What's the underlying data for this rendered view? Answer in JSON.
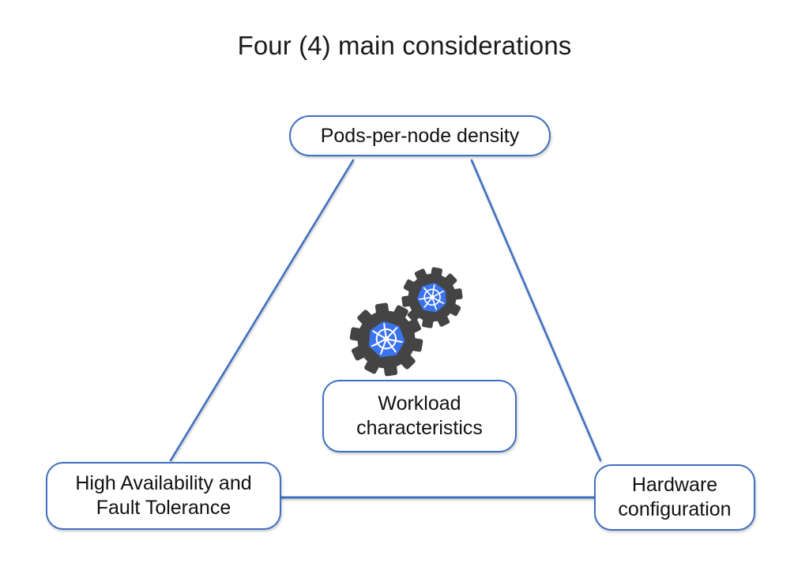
{
  "diagram": {
    "title": "Four (4) main considerations",
    "type": "triangle-concept-diagram",
    "accent_color": "#3f6fc0",
    "node_fill": "#ffffff",
    "text_color": "#111111",
    "nodes": [
      {
        "id": "pods",
        "label": "Pods-per-node density",
        "position": "top"
      },
      {
        "id": "ha",
        "label": "High Availability and\nFault Tolerance",
        "position": "bottom-left"
      },
      {
        "id": "hardware",
        "label": "Hardware\nconfiguration",
        "position": "bottom-right"
      },
      {
        "id": "workload",
        "label": "Workload\ncharacteristics",
        "position": "center"
      }
    ],
    "connectors": [
      {
        "from": "pods",
        "to": "ha",
        "style": "diagonal-line"
      },
      {
        "from": "pods",
        "to": "hardware",
        "style": "diagonal-line"
      },
      {
        "from": "ha",
        "to": "hardware",
        "style": "horizontal-line"
      }
    ],
    "graphic": {
      "name": "kubernetes-gears",
      "description": "Two interlocking gears each containing the Kubernetes helm logo",
      "gear_color": "#444444",
      "logo_background": "#3b72ef",
      "logo_color": "#ffffff",
      "count": 2
    }
  }
}
